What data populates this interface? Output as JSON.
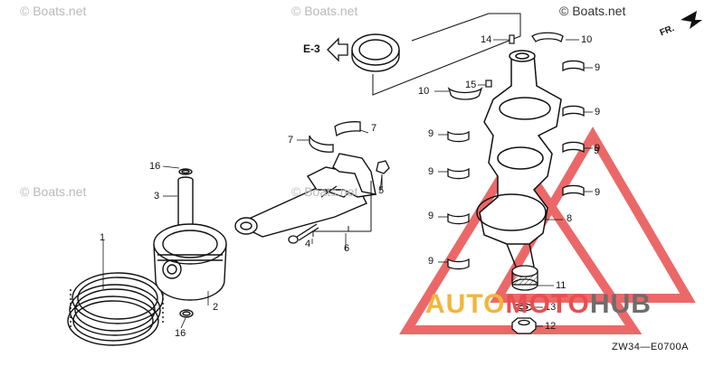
{
  "watermarks": {
    "top_left": "© Boats.net",
    "top_center": "© Boats.net",
    "top_right": "© Boats.net",
    "mid_left": "© Boats.net",
    "mid_center": "© Boats.net"
  },
  "reference": {
    "section": "E-3",
    "direction": "FR."
  },
  "callouts": {
    "c1": "1",
    "c2": "2",
    "c3": "3",
    "c4": "4",
    "c5": "5",
    "c6": "6",
    "c7a": "7",
    "c7b": "7",
    "c8": "8",
    "c9a": "9",
    "c9b": "9",
    "c9c": "9",
    "c9d": "9",
    "c9e": "9",
    "c9f": "9",
    "c9g": "9",
    "c9h": "9",
    "c9i": "9",
    "c10a": "10",
    "c10b": "10",
    "c11": "11",
    "c12": "12",
    "c13": "13",
    "c14": "14",
    "c15": "15",
    "c16a": "16",
    "c16b": "16"
  },
  "diagram_code": "ZW34—E0700A",
  "logo": {
    "part1": "AUTO",
    "part2": "MOTO",
    "part3": "HUB"
  },
  "colors": {
    "line": "#1a1a1a",
    "logo_red": "#e94e4e",
    "logo_yellow": "#f3b53a",
    "logo_gray": "#6d6d6d",
    "watermark": "#b9b9b9"
  }
}
